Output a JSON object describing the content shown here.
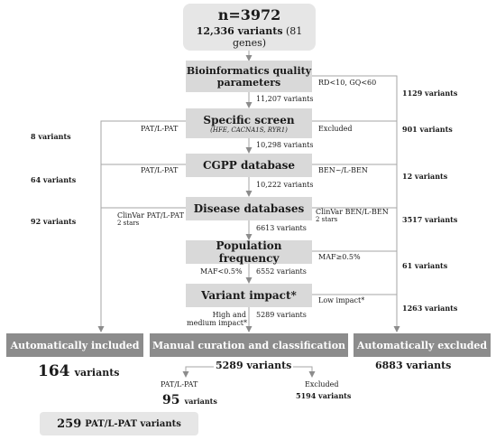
{
  "top": {
    "n": "n=3972",
    "variants_num": "12,336 variants",
    "genes": "(81 genes)"
  },
  "steps": {
    "quality": {
      "title_line1": "Bioinformatics quality",
      "title_line2": "parameters",
      "right": "RD<10, GQ<60",
      "right_count": "1129 variants",
      "below": "11,207 variants"
    },
    "specific": {
      "title": "Specific screen",
      "genes": "(HFE, CACNA1S, RYR1)",
      "left": "PAT/L-PAT",
      "left_count": "8 variants",
      "right": "Excluded",
      "right_count": "901 variants",
      "below": "10,298 variants"
    },
    "cgpp": {
      "title": "CGPP database",
      "left": "PAT/L-PAT",
      "left_count": "64 variants",
      "right": "BEN~/L-BEN",
      "right_count": "12 variants",
      "below": "10,222 variants"
    },
    "disease": {
      "title": "Disease databases",
      "left_line1": "ClinVar PAT/L-PAT",
      "left_line2": "2 stars",
      "left_count": "92 variants",
      "right_line1": "ClinVar BEN/L-BEN",
      "right_line2": "2 stars",
      "right_count": "3517 variants",
      "below": "6613 variants"
    },
    "population": {
      "title": "Population frequency",
      "right": "MAF≥0.5%",
      "right_count": "61 variants",
      "below_left": "MAF<0.5%",
      "below": "6552 variants"
    },
    "impact": {
      "title": "Variant impact*",
      "right": "Low impact*",
      "right_count": "1263 variants",
      "below_left_line1": "High and",
      "below_left_line2": "medium impact*",
      "below": "5289 variants"
    }
  },
  "outcomes": {
    "included": {
      "label": "Automatically included",
      "count_num": "164",
      "count_word": "variants"
    },
    "manual": {
      "label": "Manual curation and classification",
      "count": "5289 variants",
      "pat_label": "PAT/L-PAT",
      "pat_num": "95",
      "pat_word": "variants",
      "excluded_label": "Excluded",
      "excluded_count": "5194 variants"
    },
    "excluded": {
      "label": "Automatically excluded",
      "count": "6883 variants"
    }
  },
  "final": {
    "num": "259",
    "text": "PAT/L-PAT variants"
  },
  "colors": {
    "box": "#d9d9d9",
    "dark_box": "#8c8c8c",
    "line": "#a6a6a6"
  }
}
